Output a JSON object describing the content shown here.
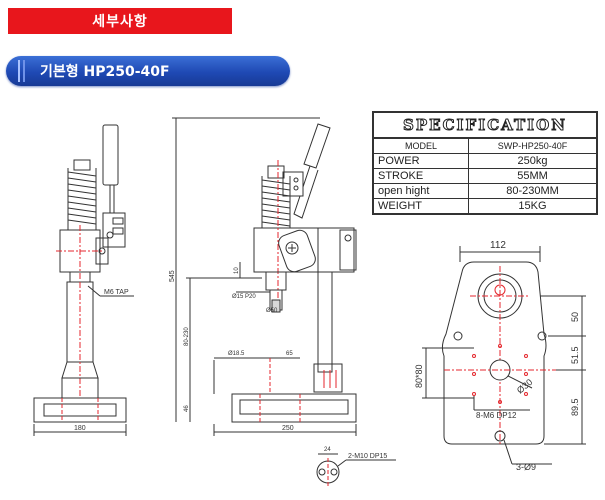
{
  "banner": {
    "title": "세부사항"
  },
  "model_pill": {
    "label": "기본형  HP250-40F"
  },
  "spec": {
    "title": "SPECIFICATION",
    "header": [
      "MODEL",
      "SWP-HP250-40F"
    ],
    "rows": [
      {
        "label": "POWER",
        "value": "250kg"
      },
      {
        "label": "STROKE",
        "value": "55MM"
      },
      {
        "label": "open hight",
        "value": "80-230MM"
      },
      {
        "label": "WEIGHT",
        "value": "15KG"
      }
    ]
  },
  "drawing": {
    "side_view": {
      "tap_label": "M6 TAP",
      "base_width": "180"
    },
    "front_view": {
      "height_total": "545",
      "open_range": "80-230",
      "base_height": "46",
      "ram_dim": "10",
      "ram_dia": "Ø15 P20",
      "ram_dia2": "Ø50",
      "inner_left": "Ø18.5",
      "inner_right": "65",
      "base_width": "250"
    },
    "bottom_detail": {
      "width": "24",
      "hole_label": "2-M10 DP15"
    },
    "plan_view": {
      "width": "112",
      "dim_50": "50",
      "dim_515": "51.5",
      "dim_895": "89.5",
      "dim_80x80": "80*80",
      "dia_30": "Ø30",
      "bolt_label": "8-M6 DP12",
      "hole_label": "3-Ø9"
    }
  }
}
